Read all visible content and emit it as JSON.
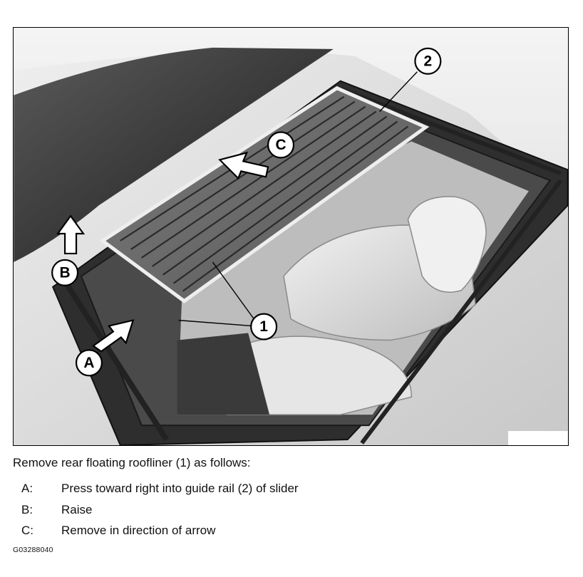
{
  "figure": {
    "callouts": {
      "one": "1",
      "two": "2",
      "a": "A",
      "b": "B",
      "c": "C"
    }
  },
  "text": {
    "intro": "Remove rear floating roofliner (1) as follows:",
    "steps": [
      {
        "key": "A:",
        "text": "Press toward right into guide rail (2) of slider"
      },
      {
        "key": "B:",
        "text": "Raise"
      },
      {
        "key": "C:",
        "text": "Remove in direction of arrow"
      }
    ],
    "figure_id": "G03288040"
  }
}
